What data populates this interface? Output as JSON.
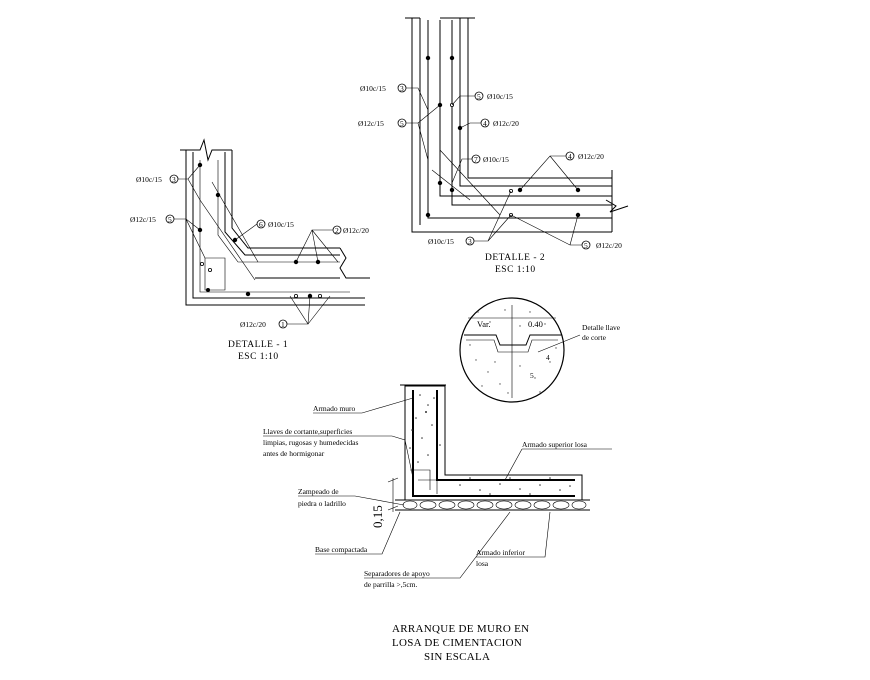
{
  "detalle1": {
    "labels": {
      "phi10c15": "Ø10c/15",
      "n3": "3",
      "phi12c15": "Ø12c/15",
      "n5": "5",
      "n6": "6",
      "phi10c15b": "Ø10c/15",
      "n2": "2",
      "phi12c20": "Ø12c/20",
      "phi12c20b": "Ø12c/20",
      "n1": "1"
    },
    "title": "DETALLE - 1",
    "scale": "ESC 1:10"
  },
  "detalle2": {
    "labels": {
      "phi10c15_left": "Ø10c/15",
      "n3a": "3",
      "phi12c15_left": "Ø12c/15",
      "n5a": "5",
      "n5b": "5",
      "phi10c15_r": "Ø10c/15",
      "n4a": "4",
      "phi12c20_r": "Ø12c/20",
      "n7": "7",
      "phi10c15_7": "Ø10c/15",
      "n4b": "4",
      "phi12c20_r2": "Ø12c/20",
      "phi10c15_bot": "Ø10c/15",
      "n3b": "3",
      "n5c": "5",
      "phi12c20_bot": "Ø12c/20"
    },
    "title": "DETALLE - 2",
    "scale": "ESC 1:10"
  },
  "llave": {
    "var": "Var.",
    "dim1": "0.40",
    "dim2": "4",
    "dim3": "5",
    "label_line1": "Detalle llave",
    "label_line2": "de corte"
  },
  "arranque": {
    "armado_muro": "Armado muro",
    "llaves_l1": "Llaves de cortante,superficies",
    "llaves_l2": "limpias, rugosas y humedecidas",
    "llaves_l3": "antes de hormigonar",
    "armado_superior": "Armado superior losa",
    "zampeado_l1": "Zampeado de",
    "zampeado_l2": "piedra o ladrillo",
    "dim_015": "0,15",
    "base": "Base compactada",
    "armado_inferior_l1": "Armado inferior",
    "armado_inferior_l2": "losa",
    "separadores_l1": "Separadores de apoyo",
    "separadores_l2": "de parrilla >,5cm."
  },
  "title": {
    "line1": "ARRANQUE DE MURO EN",
    "line2": "LOSA DE CIMENTACION",
    "line3": "SIN ESCALA"
  }
}
